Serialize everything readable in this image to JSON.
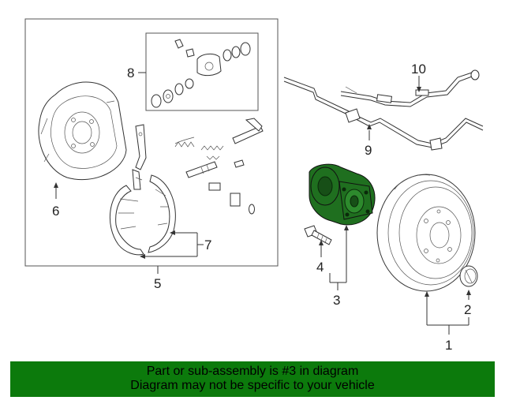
{
  "callouts": {
    "c1": "1",
    "c2": "2",
    "c3": "3",
    "c4": "4",
    "c5": "5",
    "c6": "6",
    "c7": "7",
    "c8": "8",
    "c9": "9",
    "c10": "10"
  },
  "highlight_color": "#1f6f1f",
  "banner": {
    "line1": "Part or sub-assembly is #3 in diagram",
    "line2": "Diagram may not be specific to your vehicle",
    "background": "#0c7a0c"
  }
}
